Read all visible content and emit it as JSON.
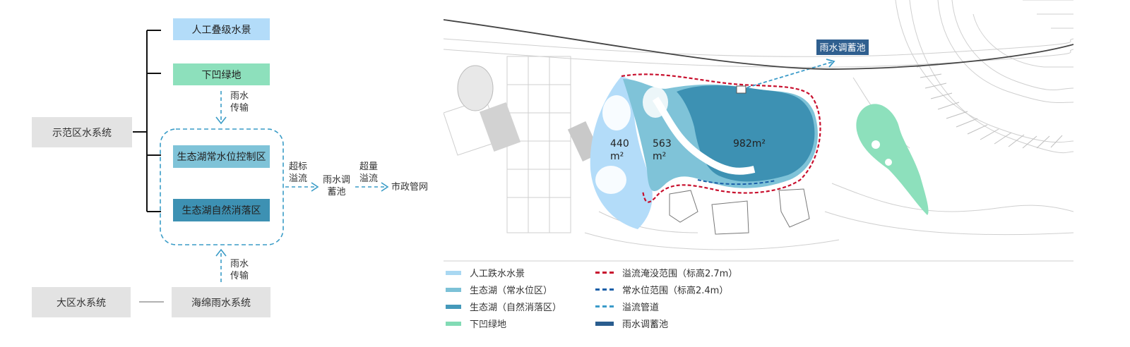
{
  "flow": {
    "root": "示范区水系统",
    "big_system": "大区水系统",
    "sponge": "海绵雨水系统",
    "items": {
      "cascade": "人工叠级水景",
      "sunken": "下凹绿地",
      "lake_normal": "生态湖常水位控制区",
      "lake_natural": "生态湖自然消落区"
    },
    "rain_transfer_top": [
      "雨水",
      "传输"
    ],
    "rain_transfer_bottom": [
      "雨水",
      "传输"
    ],
    "overflow_std": [
      "超标",
      "溢流"
    ],
    "storage_pool": [
      "雨水调",
      "蓄池"
    ],
    "overflow_excess": [
      "超量",
      "溢流"
    ],
    "municipal": "市政管网"
  },
  "map": {
    "callout": "雨水调蓄池",
    "areas": [
      {
        "value": "440",
        "unit": "m²"
      },
      {
        "value": "563",
        "unit": "m²"
      },
      {
        "value": "982m²"
      }
    ]
  },
  "legend": {
    "left": [
      {
        "label": "人工跌水水景",
        "color": "#a9d8f2"
      },
      {
        "label": "生态湖（常水位区）",
        "color": "#7cc1d7"
      },
      {
        "label": "生态湖（自然消落区）",
        "color": "#4599ba"
      },
      {
        "label": "下凹绿地",
        "color": "#82dbb5"
      }
    ],
    "right": [
      {
        "label": "溢流淹没范围（标高2.7m）",
        "color": "#c8102e",
        "style": "dash"
      },
      {
        "label": "常水位范围（标高2.4m）",
        "color": "#1a5fa8",
        "style": "dash"
      },
      {
        "label": "溢流管道",
        "color": "#3b9bc9",
        "style": "dash"
      },
      {
        "label": "雨水调蓄池",
        "color": "#2a5d8f",
        "style": "solid"
      }
    ]
  },
  "colors": {
    "cascade": "#b3dcf9",
    "sunken": "#8de0bc",
    "lake_normal": "#7fc3d8",
    "lake_natural": "#3d91b3",
    "dashed_flow": "#3a9cc7",
    "callout_bg": "#2f5f8f"
  }
}
